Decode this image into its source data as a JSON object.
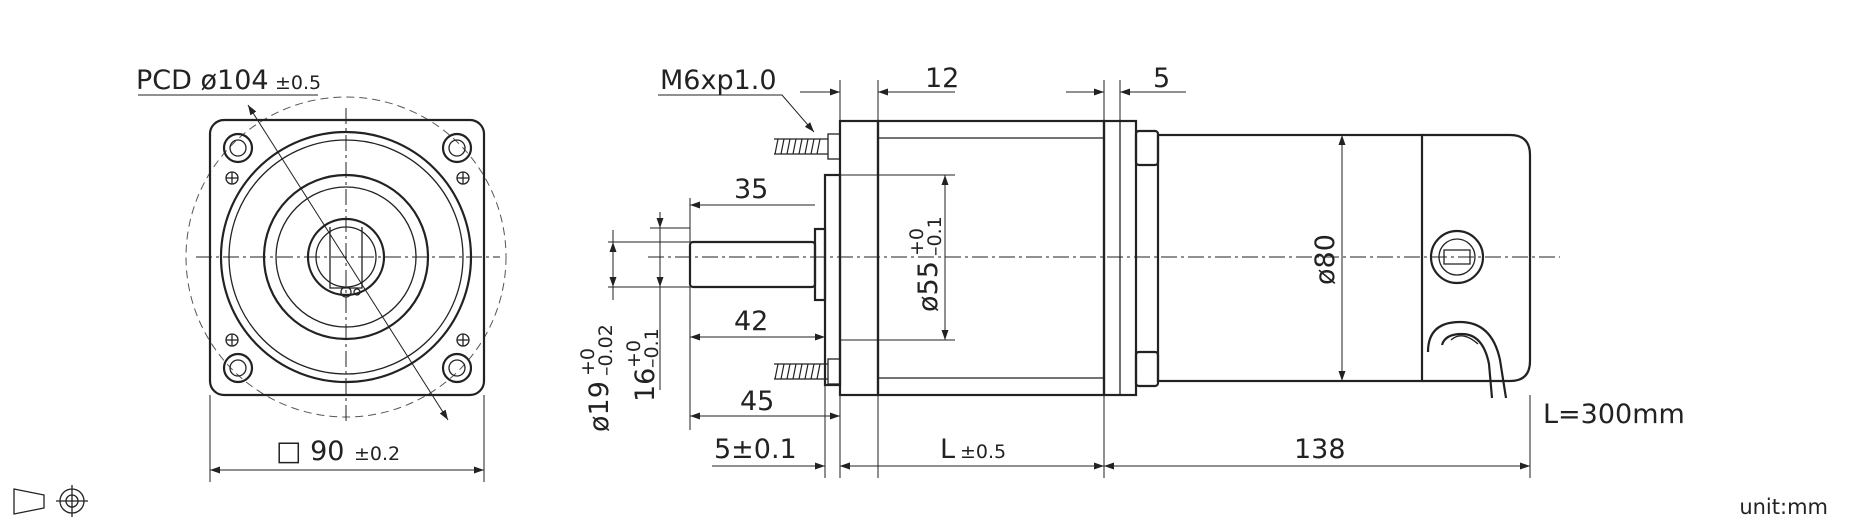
{
  "front_view": {
    "pcd_label": "PCD ø104",
    "pcd_tol": "±0.5",
    "flange_label": "□  90",
    "flange_tol": "±0.2"
  },
  "side_view": {
    "thread_label": "M6xp1.0",
    "dim_12": "12",
    "dim_5_top": "5",
    "dim_35": "35",
    "dim_42": "42",
    "dim_45": "45",
    "dim_5_bottom": "5±0.1",
    "shaft_dia_main": "ø19",
    "shaft_dia_tol_upper": "+0",
    "shaft_dia_tol_lower": "–0.02",
    "key_height_main": "16",
    "key_height_tol_upper": "+0",
    "key_height_tol_lower": "–0.1",
    "pilot_dia_main": "ø55",
    "pilot_dia_tol_upper": "+0",
    "pilot_dia_tol_lower": "–0.1",
    "body_dia": "ø80",
    "length_label": "L",
    "length_tol": "±0.5",
    "dim_138": "138",
    "cable_length": "L=300mm"
  },
  "projection_symbol": "third-angle-projection-icon",
  "unit_label": "unit:mm"
}
